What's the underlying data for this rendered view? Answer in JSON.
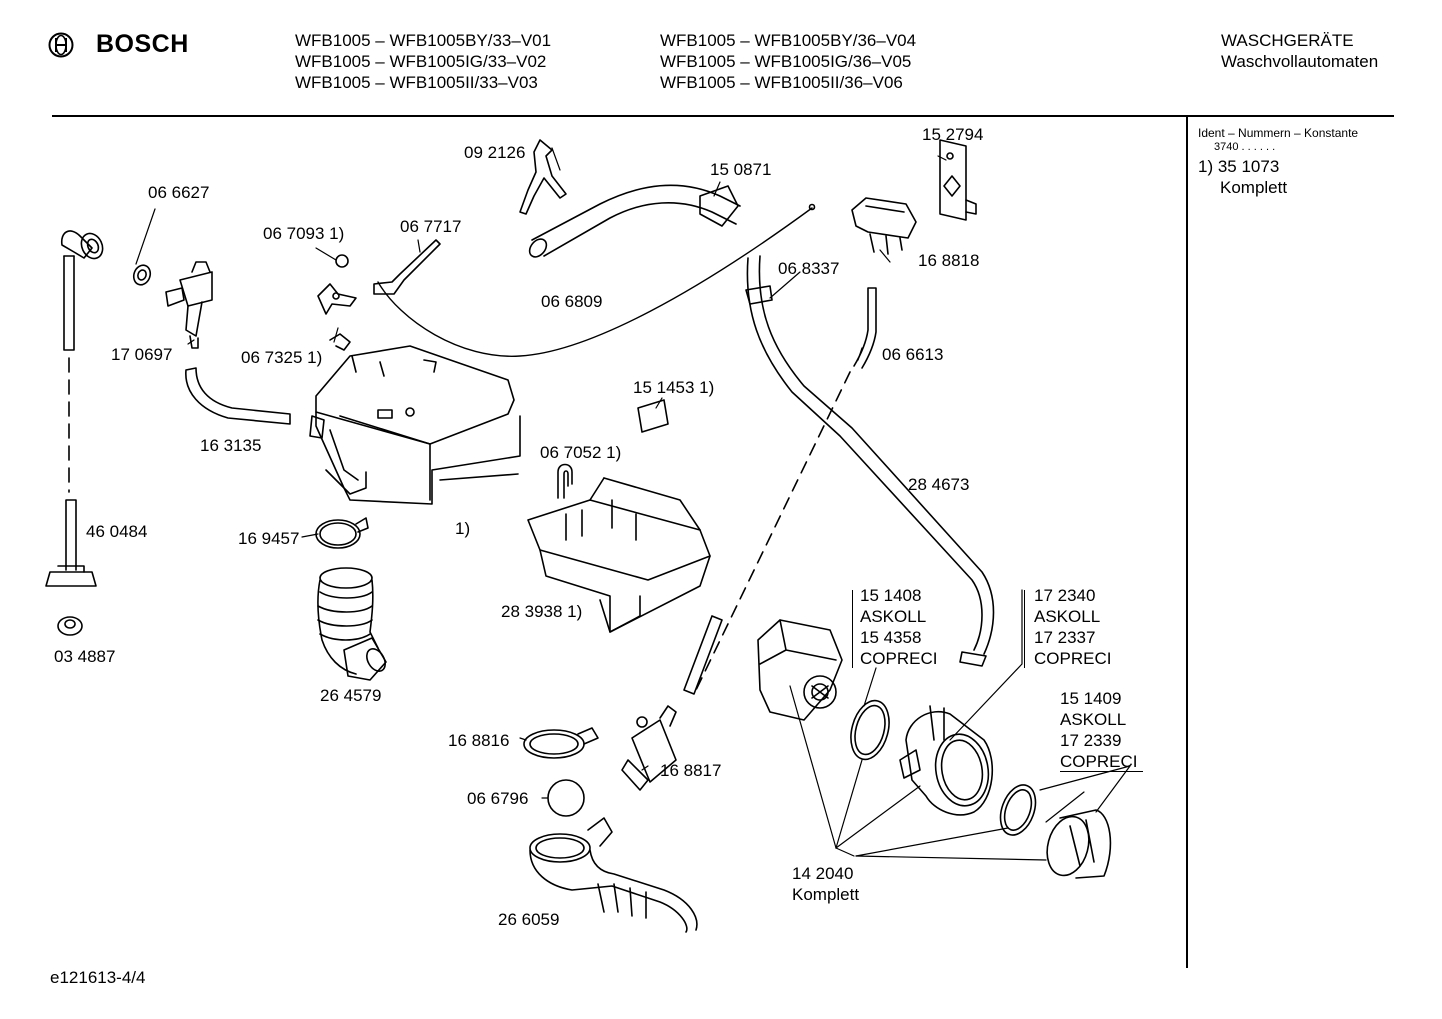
{
  "header": {
    "brand": "BOSCH",
    "models_left": [
      "WFB1005 – WFB1005BY/33–V01",
      "WFB1005 – WFB1005IG/33–V02",
      "WFB1005 – WFB1005II/33–V03"
    ],
    "models_right": [
      "WFB1005 – WFB1005BY/36–V04",
      "WFB1005 – WFB1005IG/36–V05",
      "WFB1005 – WFB1005II/36–V06"
    ],
    "category": "WASCHGERÄTE",
    "subcategory": "Waschvollautomaten"
  },
  "side_panel": {
    "ident_label": "Ident – Nummern – Konstante",
    "constant": "3740 . . . . . .",
    "note_number": "1)  35 1073",
    "note_name": "Komplett"
  },
  "parts": {
    "p_092126": "09 2126",
    "p_150871": "15 0871",
    "p_152794": "15 2794",
    "p_066627": "06 6627",
    "p_067093": "06 7093 1)",
    "p_067717": "06 7717",
    "p_168818": "16 8818",
    "p_068337": "06 8337",
    "p_066809": "06 6809",
    "p_170697": "17 0697",
    "p_067325": "06 7325 1)",
    "p_066613": "06 6613",
    "p_151453": "15 1453 1)",
    "p_163135": "16 3135",
    "p_067052": "06 7052 1)",
    "p_284673": "28 4673",
    "p_460484": "46 0484",
    "p_note1": "1)",
    "p_169457": "16 9457",
    "p_283938": "28 3938 1)",
    "p_034887": "03 4887",
    "p_264579": "26 4579",
    "p_168816": "16 8816",
    "p_168817": "16 8817",
    "p_066796": "06 6796",
    "p_266059": "26 6059",
    "p_142040": "14 2040",
    "p_142040_note": "Komplett",
    "pump_a": [
      "15 1408",
      "ASKOLL",
      "15 4358",
      "COPRECI"
    ],
    "pump_b": [
      "17 2340",
      "ASKOLL",
      "17 2337",
      "COPRECI"
    ],
    "pump_c": [
      "15 1409",
      "ASKOLL",
      "17 2339",
      "COPRECI"
    ]
  },
  "footer": {
    "doc_id": "e121613-4/4"
  }
}
